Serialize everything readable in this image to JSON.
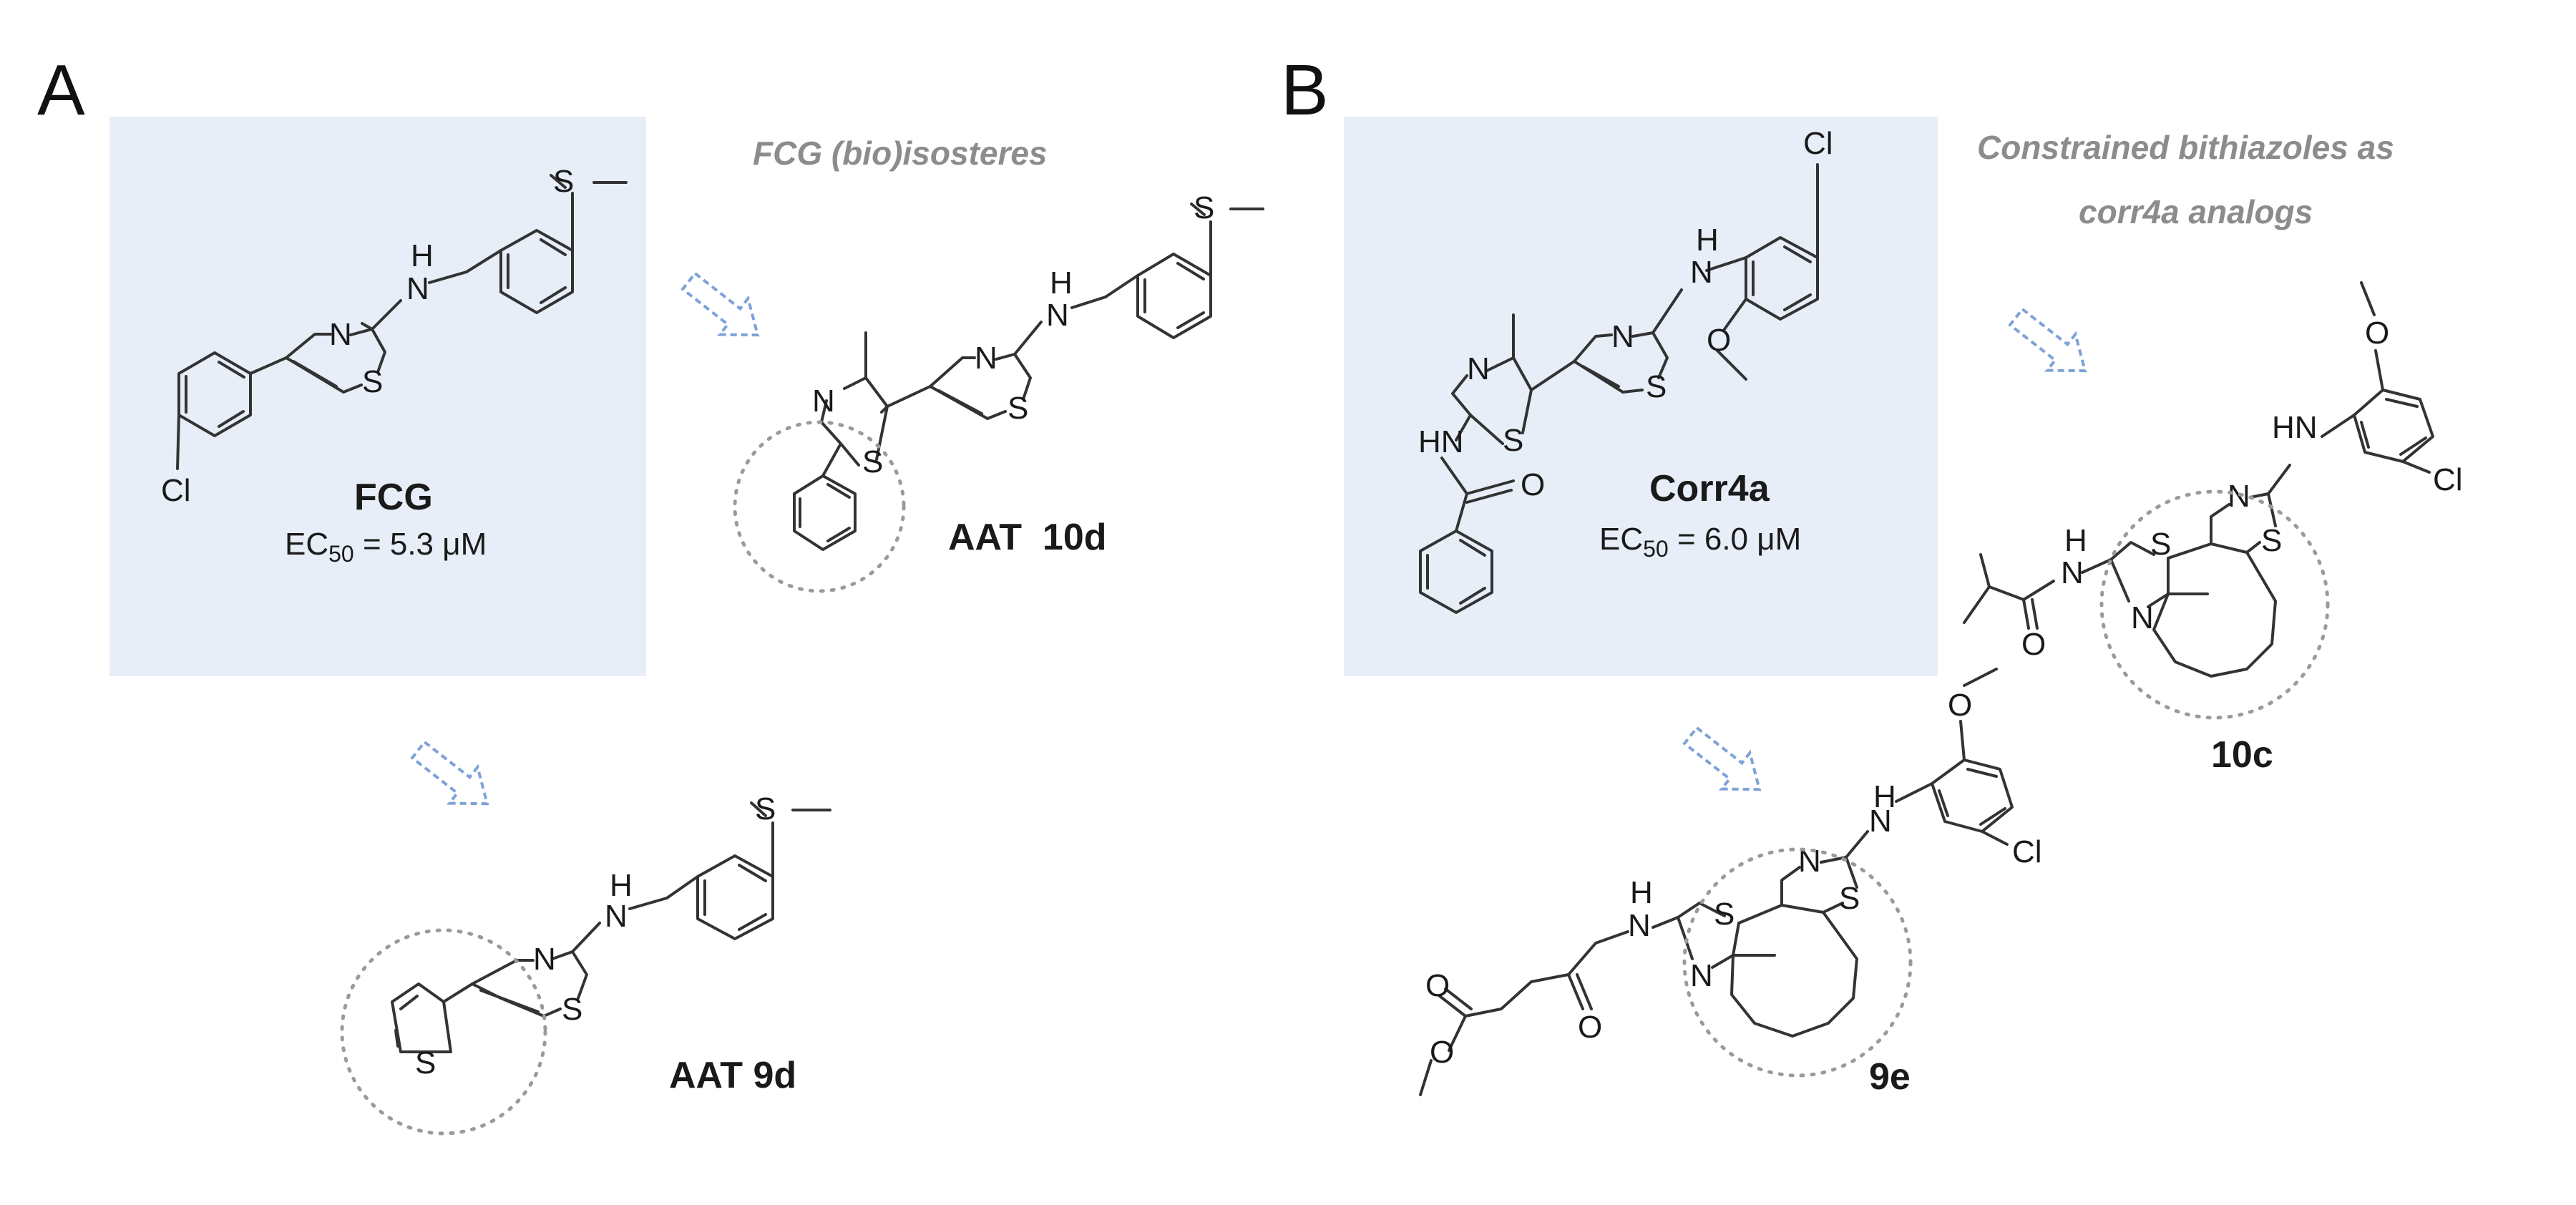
{
  "panels": {
    "a": {
      "letter": "A",
      "fcg": {
        "name": "FCG",
        "ec50_prefix": "EC",
        "ec50_sub": "50",
        "ec50_value": " = 5.3 μM"
      },
      "bioisosteres_title": "FCG (bio)isosteres",
      "aat10d": {
        "name": "AAT  10d"
      },
      "aat9d": {
        "name": "AAT 9d"
      }
    },
    "b": {
      "letter": "B",
      "corr4a": {
        "name": "Corr4a",
        "ec50_prefix": "EC",
        "ec50_sub": "50",
        "ec50_value": " = 6.0 μM"
      },
      "constrained_title_line1": "Constrained bithiazoles as",
      "constrained_title_line2": "corr4a analogs",
      "c10c": {
        "name": "10c"
      },
      "c9e": {
        "name": "9e"
      }
    }
  },
  "atoms": {
    "S": "S",
    "N": "N",
    "H": "H",
    "HN": "HN",
    "NH_H": "H",
    "O": "O",
    "Cl": "Cl"
  },
  "colors": {
    "highlight_box": "#e7eef8",
    "arrow": "#7ea1d8",
    "subtitle": "#8c8c8c"
  }
}
